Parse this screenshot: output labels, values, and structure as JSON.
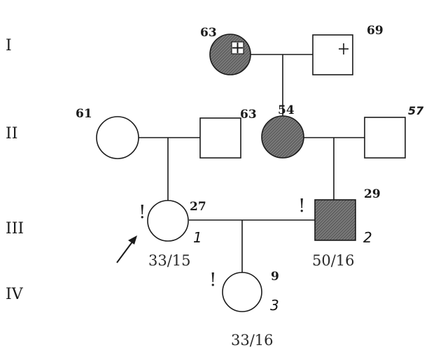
{
  "generations": [
    "I",
    "II",
    "III",
    "IV"
  ],
  "individuals": {
    "I_1": {
      "age": "63",
      "sex": "female",
      "affected": true,
      "deceased": true
    },
    "I_2": {
      "age": "69",
      "sex": "male",
      "affected": false,
      "deceased": true
    },
    "II_1": {
      "age": "61",
      "sex": "female",
      "affected": false
    },
    "II_2": {
      "age": "63",
      "sex": "male",
      "affected": false
    },
    "II_3": {
      "age": "54",
      "sex": "female",
      "affected": true
    },
    "II_4": {
      "age": "57",
      "sex": "male",
      "affected": false
    },
    "III_1": {
      "age": "27",
      "index": "1",
      "ratio": "33/15",
      "sex": "female",
      "affected": false,
      "marker": "!",
      "proband": true
    },
    "III_2": {
      "age": "29",
      "index": "2",
      "ratio": "50/16",
      "sex": "male",
      "affected": true,
      "marker": "!"
    },
    "IV_1": {
      "age": "9",
      "index": "3",
      "ratio": "33/16",
      "sex": "female",
      "affected": false,
      "marker": "!"
    }
  },
  "colors": {
    "affected_fill": "#6e6e6e",
    "line": "#1a1a1a"
  }
}
